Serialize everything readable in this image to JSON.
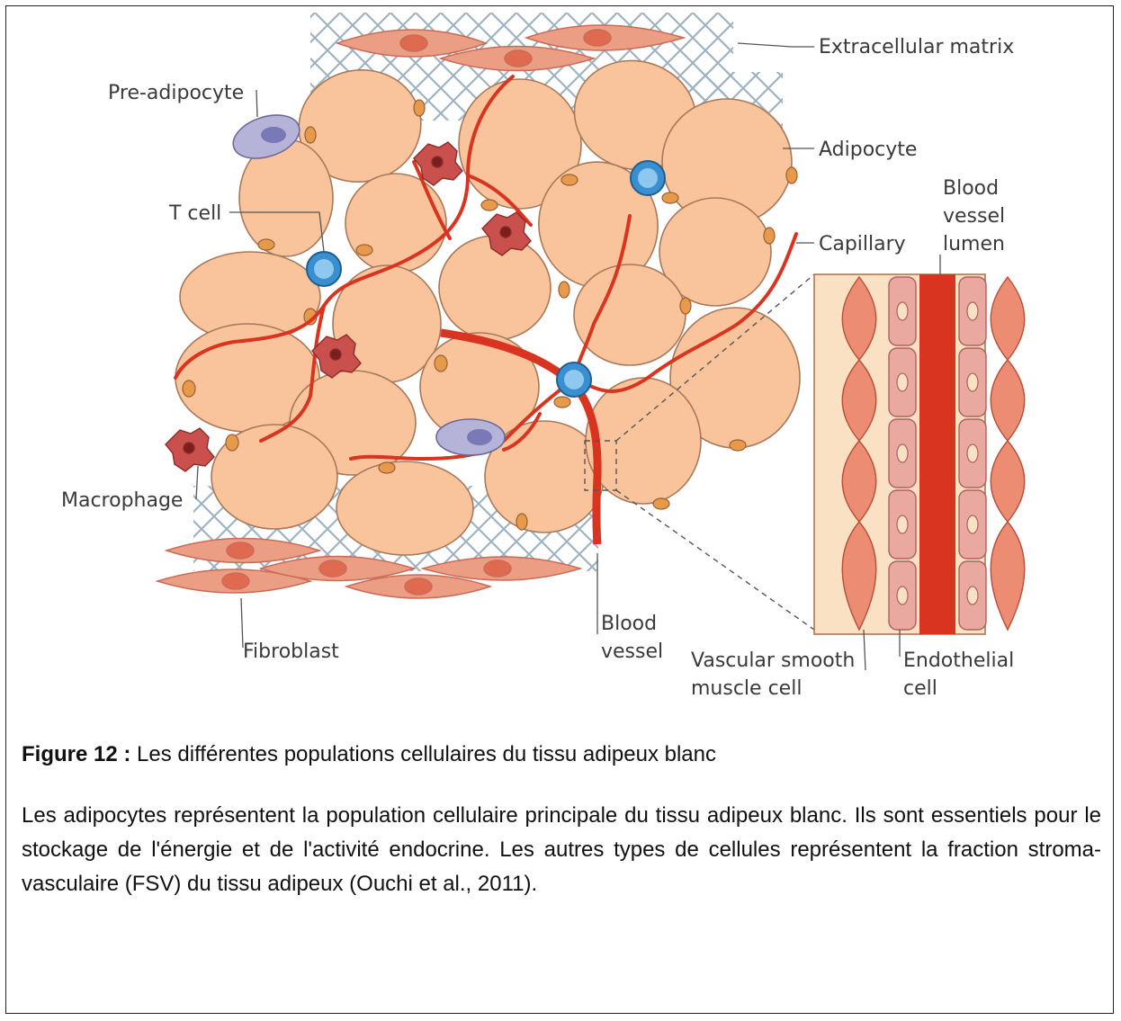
{
  "labels": {
    "extracellular_matrix": "Extracellular matrix",
    "pre_adipocyte": "Pre-adipocyte",
    "adipocyte": "Adipocyte",
    "t_cell": "T cell",
    "capillary": "Capillary",
    "blood_vessel_lumen_1": "Blood",
    "blood_vessel_lumen_2": "vessel",
    "blood_vessel_lumen_3": "lumen",
    "macrophage": "Macrophage",
    "fibroblast": "Fibroblast",
    "blood_vessel_1": "Blood",
    "blood_vessel_2": "vessel",
    "vsmc_1": "Vascular smooth",
    "vsmc_2": "muscle cell",
    "endothelial_1": "Endothelial",
    "endothelial_2": "cell"
  },
  "caption": {
    "figure_label": "Figure 12 :",
    "figure_title": " Les différentes populations cellulaires du tissu adipeux blanc",
    "body": "Les adipocytes représentent la population cellulaire principale du tissu adipeux blanc. Ils sont essentiels pour le stockage de l'énergie et de l'activité endocrine. Les autres types de cellules représentent la fraction stroma-vasculaire (FSV) du tissu adipeux (Ouchi et al., 2011)."
  },
  "colors": {
    "adipocyte": "#f9c49b",
    "vessel": "#d9341f",
    "matrix": "#9fb3c0",
    "fibroblast": "#ec9e85",
    "t_cell": "#3a8fd0",
    "macrophage": "#c9504c",
    "pre_adipocyte": "#b5b3d8"
  }
}
